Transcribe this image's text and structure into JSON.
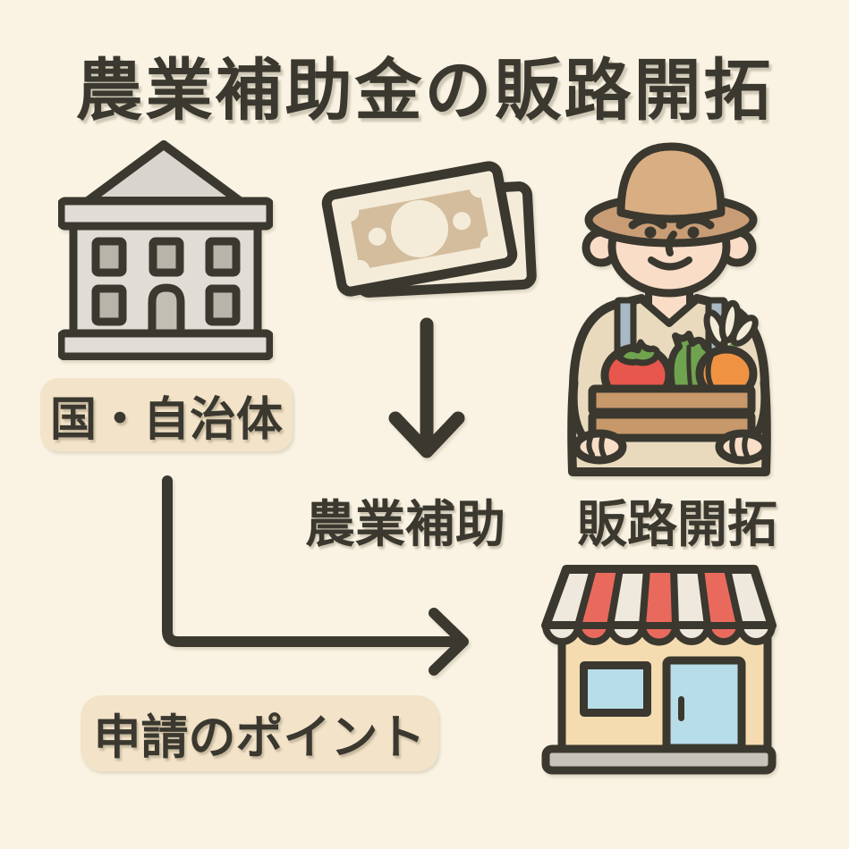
{
  "title": "農業補助金の販路開拓",
  "nodes": {
    "government": {
      "label": "国・自治体",
      "icon": "government-building-icon"
    },
    "money": {
      "icon": "banknotes-icon"
    },
    "subsidy_flow": {
      "label": "農業補助"
    },
    "farmer": {
      "icon": "farmer-with-vegetable-box-icon"
    },
    "market": {
      "label": "販路開拓"
    },
    "application": {
      "label": "申請のポイント"
    },
    "store": {
      "icon": "storefront-icon"
    }
  },
  "arrows": [
    {
      "name": "subsidy-down-arrow",
      "from": "money",
      "to": "subsidy_flow",
      "style": "straight-down"
    },
    {
      "name": "application-l-arrow",
      "from": "government",
      "to": "store",
      "style": "down-then-right"
    }
  ],
  "colors": {
    "background": "#faf3e3",
    "ink": "#3a382f",
    "badge_bg": "#f3e3c9",
    "building_fill": "#dfddd5",
    "building_roof": "#d7d5cd",
    "building_window": "#b8b4aa",
    "building_door": "#c2beb4",
    "money_paper": "#f4ecd9",
    "money_inner": "#d3bd9d",
    "hat": "#d9ae82",
    "hat_brim": "#c89d76",
    "skin": "#f9ddc7",
    "shirt": "#e9dabd",
    "strap": "#a8bac6",
    "crate": "#c7986a",
    "tomato": "#e7574d",
    "leaf_green": "#6fa34f",
    "carrot": "#ef9342",
    "daikon": "#f3ecd9",
    "awning_red": "#e96a5d",
    "awning_cream": "#efe8dc",
    "store_wall": "#f5dcb0",
    "store_glass": "#b7dde9",
    "store_base": "#c7c3ba"
  }
}
